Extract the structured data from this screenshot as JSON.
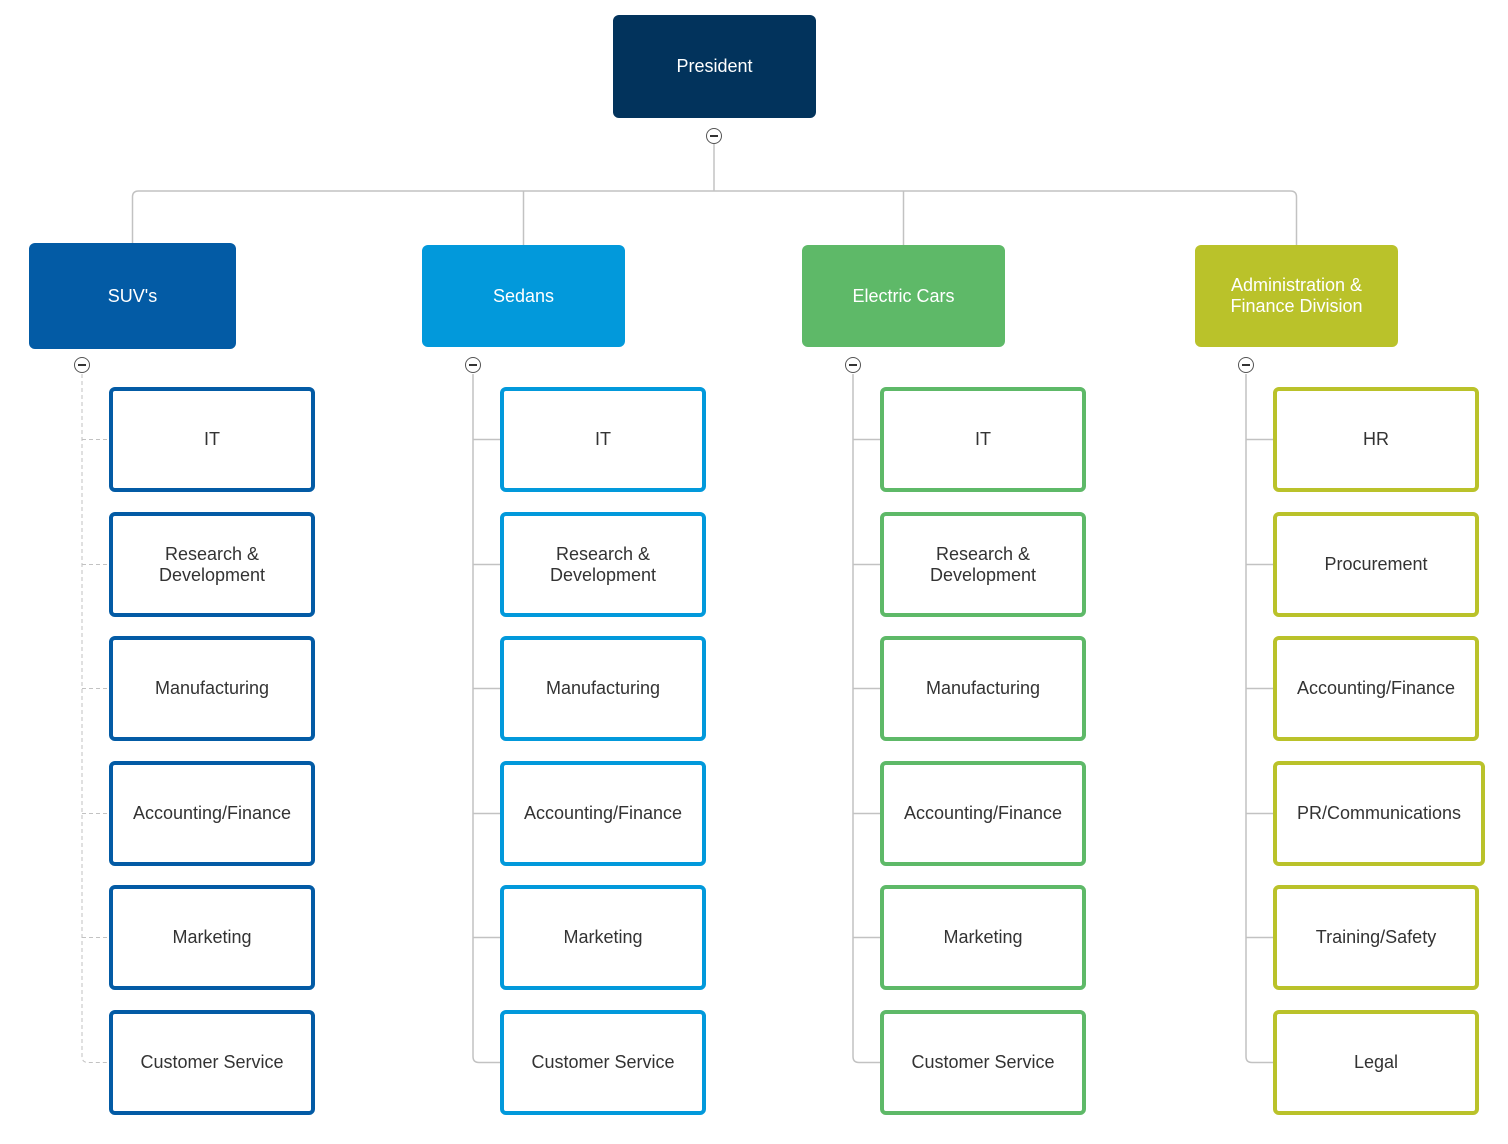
{
  "root": {
    "label": "President",
    "color": "#02335C",
    "expanded": true
  },
  "branches": [
    {
      "id": "suvs",
      "label": "SUV's",
      "color": "#035BA5",
      "connector": "dashed",
      "expanded": true,
      "children": [
        "IT",
        "Research &\nDevelopment",
        "Manufacturing",
        "Accounting/Finance",
        "Marketing",
        "Customer Service"
      ]
    },
    {
      "id": "sedans",
      "label": "Sedans",
      "color": "#0299DB",
      "connector": "solid",
      "expanded": true,
      "children": [
        "IT",
        "Research &\nDevelopment",
        "Manufacturing",
        "Accounting/Finance",
        "Marketing",
        "Customer Service"
      ]
    },
    {
      "id": "electric-cars",
      "label": "Electric Cars",
      "color": "#5EB968",
      "connector": "solid",
      "expanded": true,
      "children": [
        "IT",
        "Research &\nDevelopment",
        "Manufacturing",
        "Accounting/Finance",
        "Marketing",
        "Customer Service"
      ]
    },
    {
      "id": "admin-finance",
      "label": "Administration &\nFinance Division",
      "color": "#BAC22A",
      "connector": "solid",
      "expanded": true,
      "children": [
        "HR",
        "Procurement",
        "Accounting/Finance",
        "PR/Communications",
        "Training/Safety",
        "Legal"
      ]
    }
  ],
  "connector_color": "#C2C2C2"
}
